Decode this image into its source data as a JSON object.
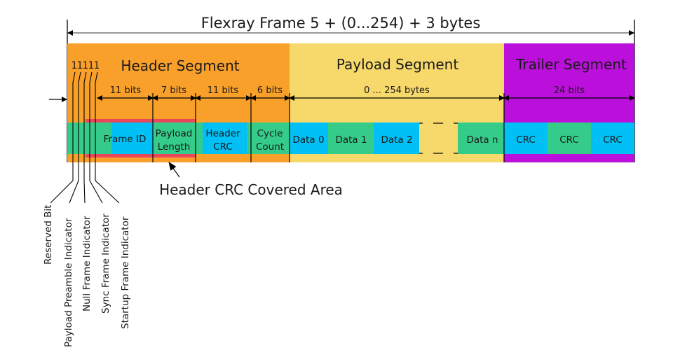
{
  "title": "Flexray Frame 5 + (0...254) + 3 bytes",
  "colors": {
    "header": "#f9a02a",
    "payload": "#f6d86b",
    "trailer": "#bb10dc",
    "field_green": "#35cc8a",
    "field_blue": "#00c0f5",
    "crc_covered": "#e8485a",
    "line": "#000000",
    "text": "#1a1a1a"
  },
  "segments": {
    "header": {
      "label": "Header Segment"
    },
    "payload": {
      "label": "Payload Segment"
    },
    "trailer": {
      "label": "Trailer Segment"
    }
  },
  "indicator_bits": [
    "1",
    "1",
    "1",
    "1",
    "1"
  ],
  "widths": {
    "frame_id": "11 bits",
    "payload_length": "7 bits",
    "header_crc": "11 bits",
    "cycle_count": "6 bits",
    "payload": "0 ... 254 bytes",
    "trailer": "24 bits"
  },
  "fields": {
    "frame_id": "Frame ID",
    "payload_length_1": "Payload",
    "payload_length_2": "Length",
    "header_crc_1": "Header",
    "header_crc_2": "CRC",
    "cycle_count_1": "Cycle",
    "cycle_count_2": "Count",
    "data0": "Data 0",
    "data1": "Data 1",
    "data2": "Data 2",
    "datan": "Data n",
    "crc1": "CRC",
    "crc2": "CRC",
    "crc3": "CRC"
  },
  "annotation": "Header CRC Covered Area",
  "indicator_labels": [
    "Reserved Bit",
    "Payload Preamble Indicator",
    "Null Frame Indicator",
    "Sync Frame Indicator",
    "Startup Frame Indicator"
  ]
}
